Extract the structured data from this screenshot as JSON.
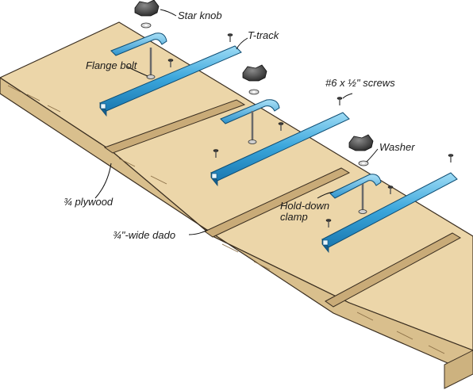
{
  "colors": {
    "plywood_top": "#ecd6a9",
    "plywood_edge": "#d9bf8d",
    "plywood_outline": "#3a2e20",
    "ttrack_light": "#6fc4ea",
    "ttrack_dark": "#1f86bf",
    "hardware": "#3a3a3a",
    "bolt_steel": "#cfcfcf"
  },
  "labels": {
    "star_knob": "Star knob",
    "t_track": "T-track",
    "flange_bolt": "Flange bolt",
    "screws": "#6 x ½\" screws",
    "washer": "Washer",
    "hold_down_clamp": "Hold-down clamp",
    "plywood": "¾ plywood",
    "dado": "¾\"-wide dado"
  }
}
